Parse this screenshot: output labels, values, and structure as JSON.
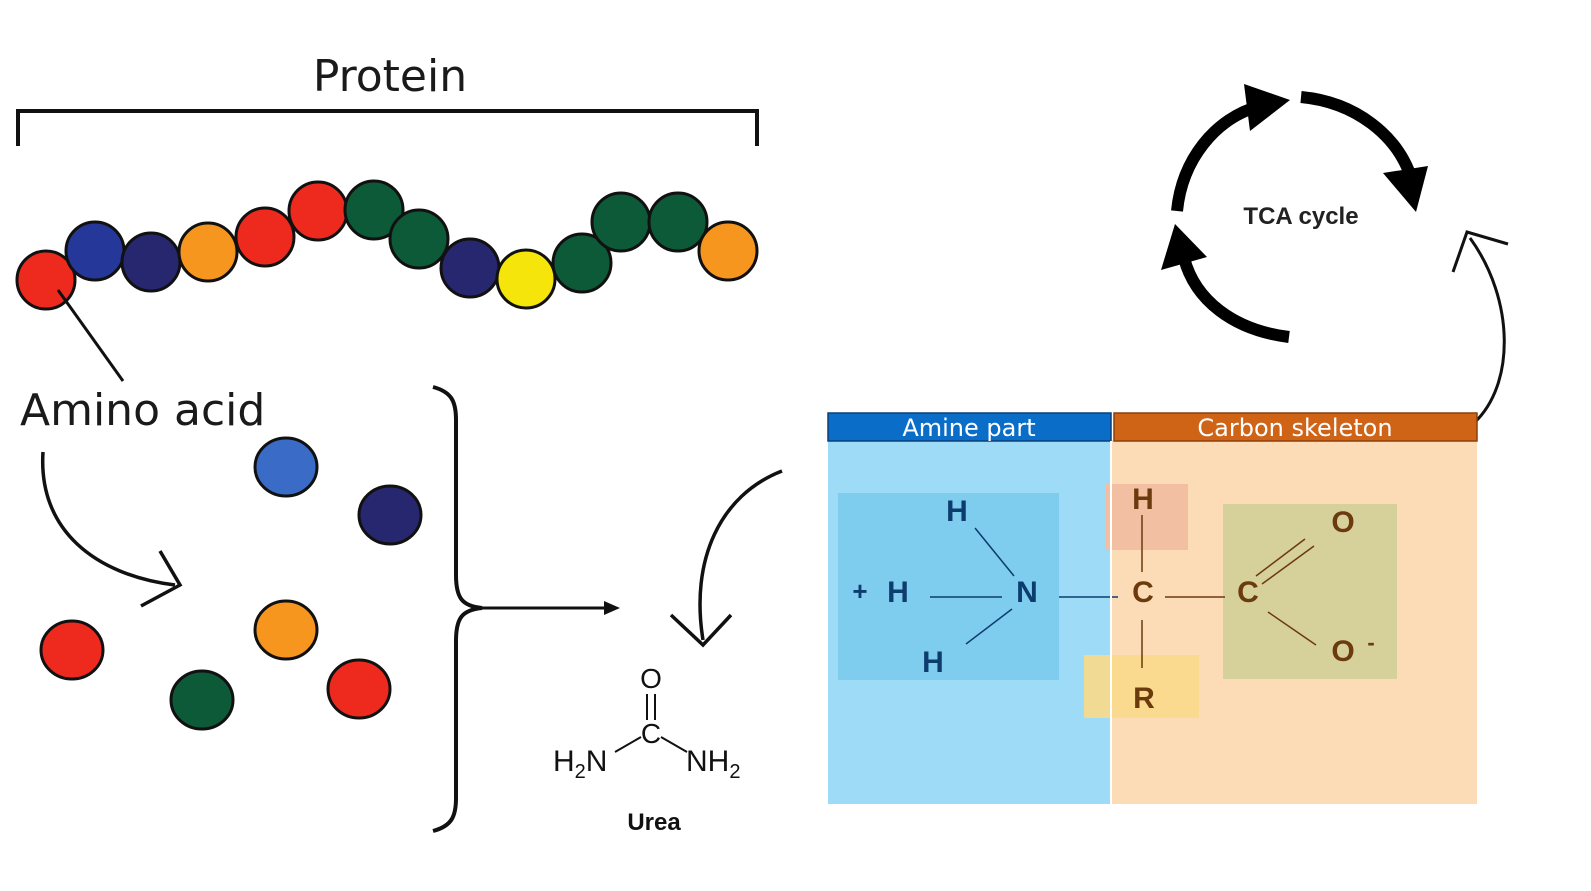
{
  "protein": {
    "label": "Protein",
    "chain_colors": [
      "#ee2a1f",
      "#25389a",
      "#27276f",
      "#f6961e",
      "#ee2a1f",
      "#ee2a1f",
      "#0d5a38",
      "#0d5a38",
      "#27276f",
      "#f5e50a",
      "#0d5a38",
      "#0d5a38",
      "#0d5a38",
      "#f6961e"
    ]
  },
  "amino_acid": {
    "label": "Amino acid",
    "free_colors": [
      "#3a6cc7",
      "#27276f",
      "#ee2a1f",
      "#f6961e",
      "#0d5a38",
      "#ee2a1f"
    ]
  },
  "urea": {
    "label": "Urea",
    "o": "O",
    "c": "C",
    "left_main": "H",
    "left_sub": "2",
    "left_tail": "N",
    "right_main": "NH",
    "right_sub": "2"
  },
  "tca": {
    "label": "TCA cycle"
  },
  "structure": {
    "amine_header": "Amine part",
    "carbon_header": "Carbon skeleton",
    "plus": "+",
    "h_top": "H",
    "h_left": "H",
    "h_bottom": "H",
    "n": "N",
    "alpha_h": "H",
    "alpha_c": "C",
    "r": "R",
    "carboxyl_c": "C",
    "o_top": "O",
    "o_bottom": "O",
    "minus": "-"
  },
  "colors": {
    "amine_header": "#0a6ec9",
    "amine_body": "#9edbf6",
    "amine_inner": "#7fcdee",
    "carbon_header": "#cf6417",
    "carbon_body": "#fcdcb6",
    "h_highlight": "#f2bfa3",
    "r_highlight": "#f8d98a",
    "carboxyl_highlight": "#d6d09b",
    "amine_text": "#0d3c6e",
    "carbon_text": "#6b3a0d"
  }
}
